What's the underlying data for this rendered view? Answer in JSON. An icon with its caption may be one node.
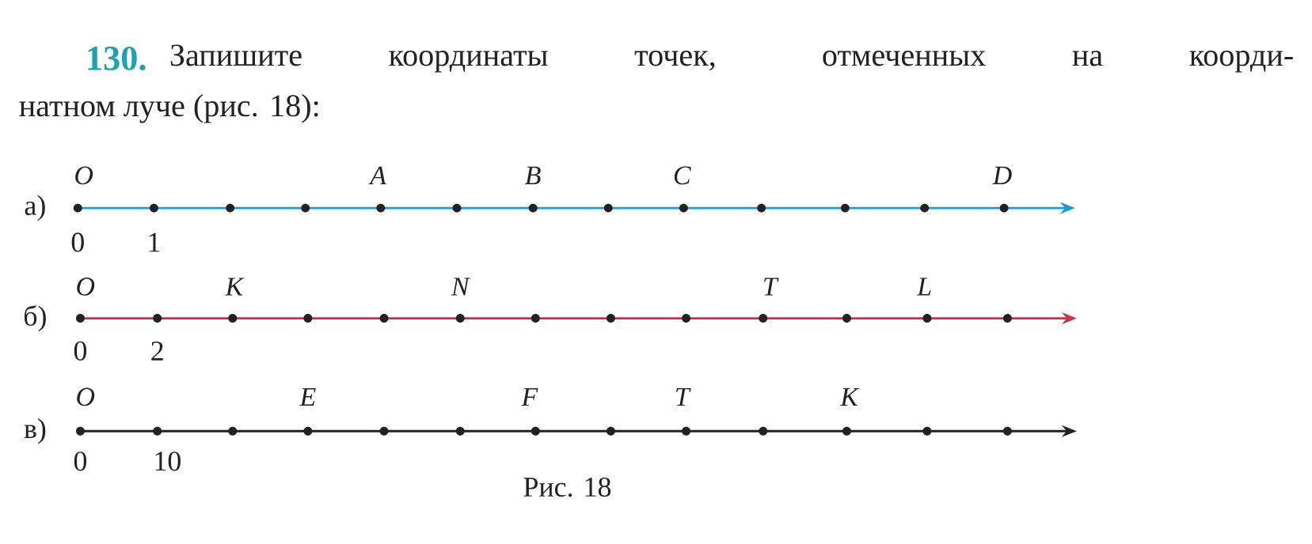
{
  "diagram": {
    "caption": "Рис. 18",
    "labels": [
      "130.",
      "Запишите координаты точек, отмеченных на коорди-",
      "натном луче (рис. 18):",
      "O",
      "A",
      "B",
      "C",
      "D",
      "а)",
      "0",
      "1",
      "O",
      "K",
      "N",
      "T",
      "L",
      "б)",
      "0",
      "2",
      "O",
      "E",
      "F",
      "T",
      "K",
      "в)",
      "0",
      "10"
    ]
  }
}
